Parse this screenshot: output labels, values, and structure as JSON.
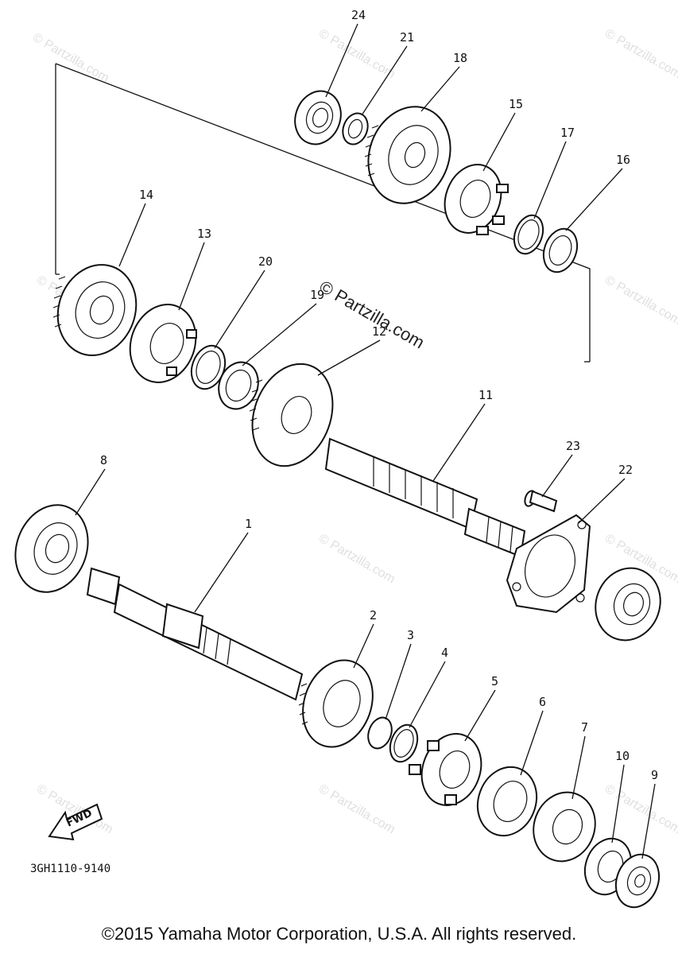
{
  "watermark": {
    "symbol": "©",
    "text": "Partzilla.com"
  },
  "callouts": {
    "p24": "24",
    "p21": "21",
    "p18": "18",
    "p15": "15",
    "p17": "17",
    "p16": "16",
    "p14": "14",
    "p13": "13",
    "p20": "20",
    "p19": "19",
    "p12": "12",
    "p11": "11",
    "p23": "23",
    "p22": "22",
    "p8": "8",
    "p1": "1",
    "p2": "2",
    "p3": "3",
    "p4": "4",
    "p5": "5",
    "p6": "6",
    "p7": "7",
    "p10": "10",
    "p9": "9"
  },
  "fwd_label": "FWD",
  "diagram_code": "3GH1110-9140",
  "copyright": "©2015 Yamaha Motor Corporation, U.S.A. All rights reserved."
}
